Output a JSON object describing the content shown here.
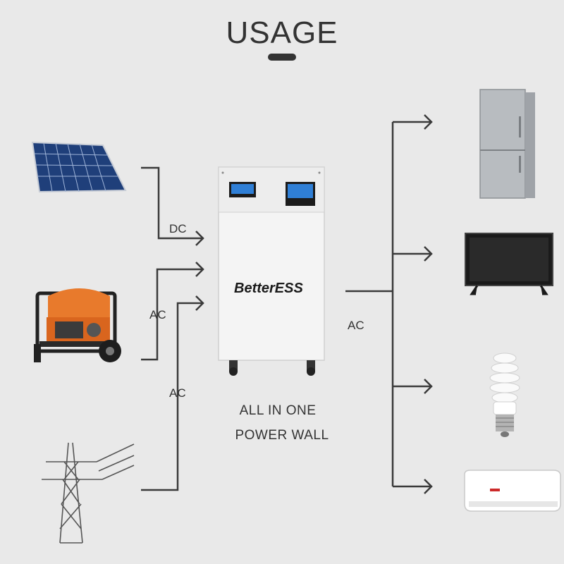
{
  "title": "USAGE",
  "labels": {
    "dc": "DC",
    "ac_generator": "AC",
    "ac_grid": "AC",
    "ac_output": "AC"
  },
  "product": {
    "brand": "BetterESS",
    "caption_line1": "ALL IN ONE",
    "caption_line2": "POWER WALL"
  },
  "inputs": [
    "solar-panel",
    "generator",
    "power-grid-tower"
  ],
  "outputs": [
    "refrigerator",
    "television",
    "light-bulb",
    "air-conditioner"
  ],
  "colors": {
    "background": "#e9e9e9",
    "line": "#3a3a3a",
    "generator_accent": "#e87a2c",
    "cabinet": "#f4f4f4"
  }
}
